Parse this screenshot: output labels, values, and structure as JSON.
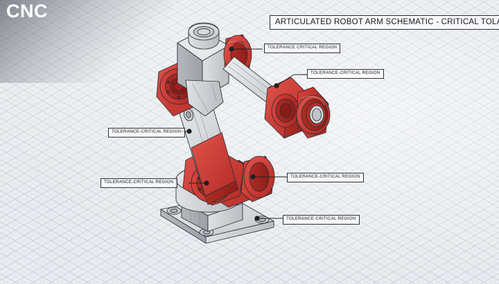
{
  "brand": {
    "logo_text": "CNC"
  },
  "title": {
    "text": "ARTICULATED ROBOT ARM SCHEMATIC - CRITICAL TOLARANCES"
  },
  "callouts": [
    {
      "id": "shoulder-yaw-housing",
      "label": "TOLERANCE CRITICAL REGION"
    },
    {
      "id": "forearm-elbow-pivot",
      "label": "TOLERANCE-CRITICAL REGION"
    },
    {
      "id": "upper-arm-link",
      "label": "TOLERANCE-CRITICAL REGION"
    },
    {
      "id": "shoulder-pivot-joint",
      "label": "TOLERANCE-CRITICAL REGION"
    },
    {
      "id": "waist-rotary-joint",
      "label": "TOLERANCE-CRITICAL REGION"
    },
    {
      "id": "base-mounting-flange",
      "label": "TOLERANCE-CRITICAL REGION"
    }
  ],
  "colors": {
    "tolerance_red": "#cf3a33",
    "body_gray": "#d6d8db",
    "outline": "#2b2e33",
    "background": "#e9ecf0",
    "title_text": "#16181b"
  }
}
